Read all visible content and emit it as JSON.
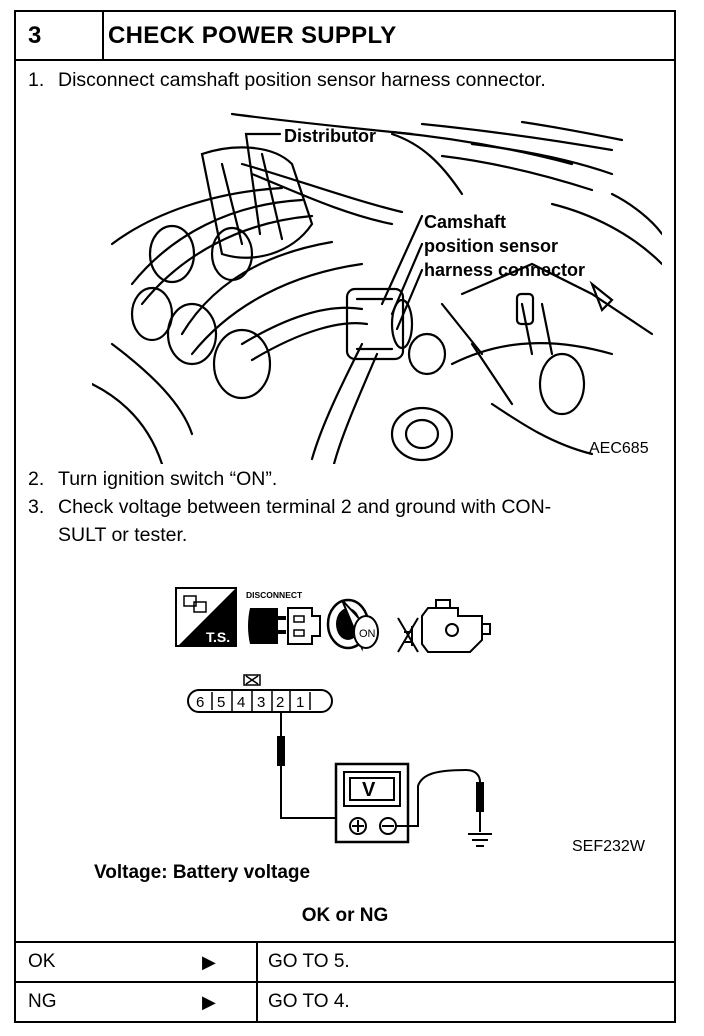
{
  "header": {
    "step_number": "3",
    "title": "CHECK POWER SUPPLY"
  },
  "steps": [
    {
      "num": "1.",
      "text": "Disconnect camshaft position sensor harness connector."
    },
    {
      "num": "2.",
      "text": "Turn ignition switch “ON”."
    },
    {
      "num": "3.",
      "text_line1": "Check voltage between terminal 2 and ground with CON-",
      "text_line2": "SULT or tester."
    }
  ],
  "figure1": {
    "label_distributor": "Distributor",
    "label_connector_l1": "Camshaft",
    "label_connector_l2": "position sensor",
    "label_connector_l3": "harness connector",
    "code": "AEC685"
  },
  "figure2": {
    "icon_ts_text": "T.S.",
    "icon_disconnect_text": "DISCONNECT",
    "icon_key_text": "ON",
    "terminals": [
      "6",
      "5",
      "4",
      "3",
      "2",
      "1"
    ],
    "meter_letter": "V",
    "code": "SEF232W"
  },
  "spec": "Voltage: Battery voltage",
  "result_header": "OK or NG",
  "results": [
    {
      "label": "OK",
      "arrow": "▶",
      "action": "GO TO 5."
    },
    {
      "label": "NG",
      "arrow": "▶",
      "action": "GO TO 4."
    }
  ]
}
